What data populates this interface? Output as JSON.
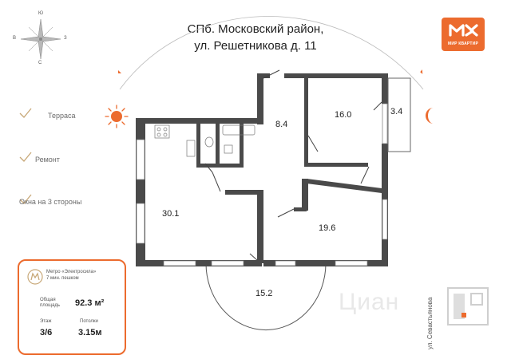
{
  "title": {
    "line1": "СПб. Московский район,",
    "line2": "ул. Решетникова д. 11"
  },
  "compass": {
    "n": "Ю",
    "e": "З",
    "s": "С",
    "w": "В"
  },
  "logo": {
    "text": "МИР КВАРТИР",
    "color": "#ec6b2e"
  },
  "features": [
    "Терраса",
    "Ремонт",
    "Окна на 3 стороны"
  ],
  "info": {
    "metro_line1": "Метро «Электросила»",
    "metro_line2": "7 мин. пешком",
    "area_label_1": "Общая",
    "area_label_2": "площадь",
    "area_value": "92.3 м²",
    "floor_label": "Этаж",
    "floor_value": "3/6",
    "ceiling_label": "Потолки",
    "ceiling_value": "3.15м"
  },
  "rooms": {
    "r1": "30.1",
    "r2": "8.4",
    "r3": "16.0",
    "r4": "3.4",
    "r5": "19.6",
    "r6": "15.2"
  },
  "street": "ул. Севастьянова",
  "watermark": "Циан",
  "colors": {
    "accent": "#ec6b2e",
    "wall": "#4a4a4a"
  }
}
